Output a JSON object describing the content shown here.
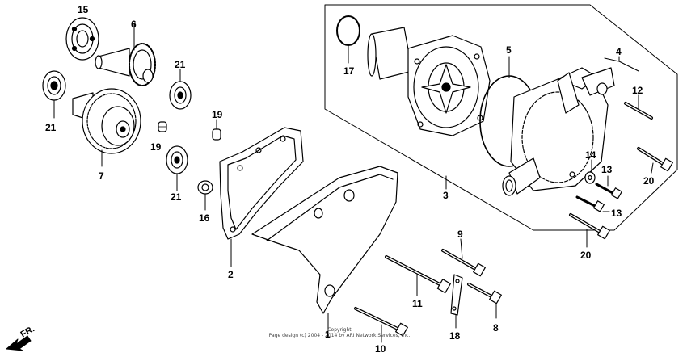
{
  "diagram": {
    "labels": {
      "p1": "1",
      "p2": "2",
      "p3": "3",
      "p4": "4",
      "p5": "5",
      "p6": "6",
      "p7": "7",
      "p8": "8",
      "p9": "9",
      "p10": "10",
      "p11": "11",
      "p12": "12",
      "p13a": "13",
      "p13b": "13",
      "p14": "14",
      "p15": "15",
      "p16": "16",
      "p17": "17",
      "p18": "18",
      "p19a": "19",
      "p19b": "19",
      "p20a": "20",
      "p20b": "20",
      "p21a": "21",
      "p21b": "21",
      "p21c": "21"
    },
    "direction": "FR.",
    "copyright_line1": "Copyright",
    "copyright_line2": "Page design (c) 2004 - 2014 by ARI Network Services, Inc."
  }
}
